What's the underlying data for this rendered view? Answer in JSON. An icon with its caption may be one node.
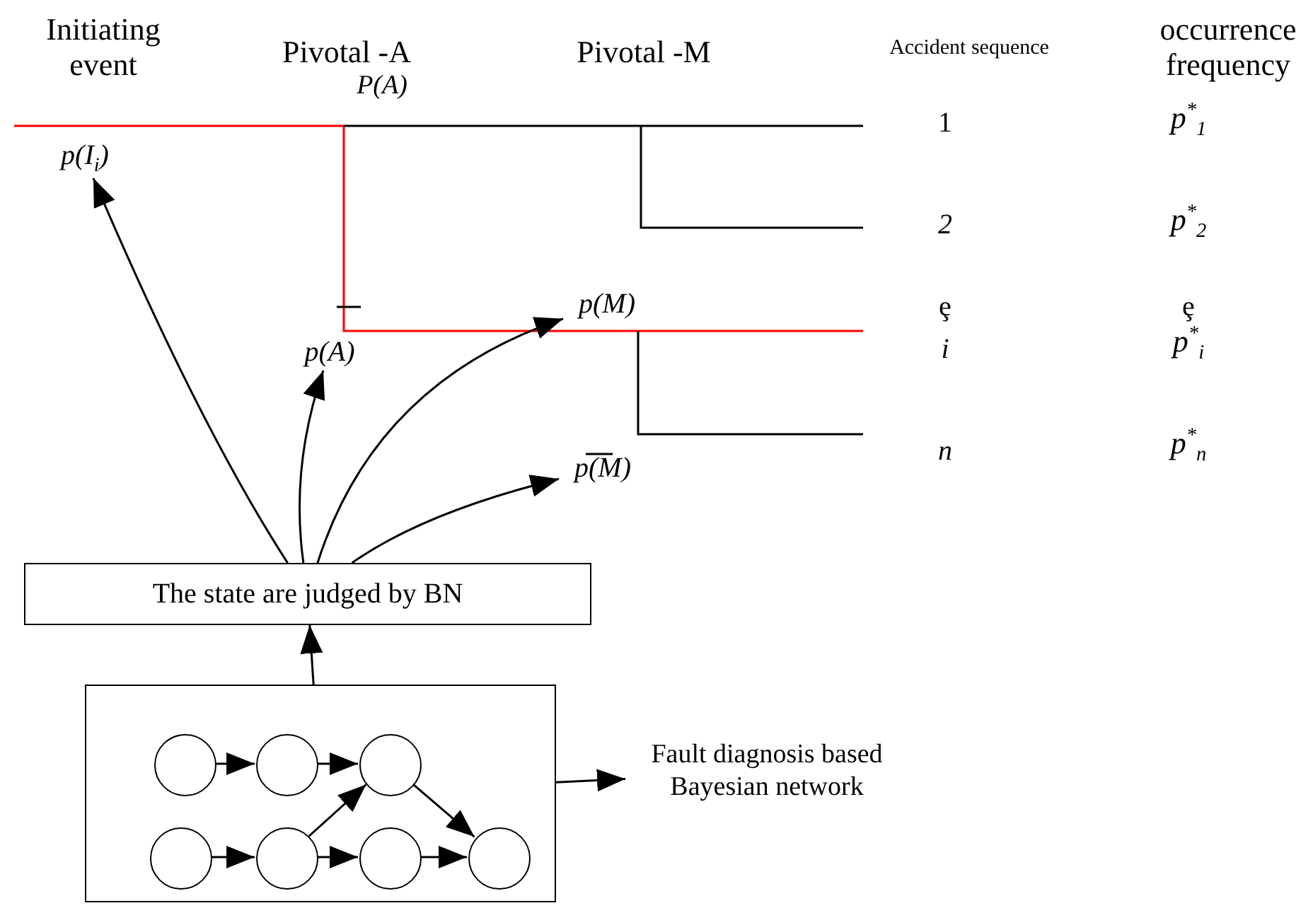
{
  "diagram": {
    "nodes": [
      {
        "text": [
          "The state are judged by BN"
        ]
      },
      {
        "text": [],
        "shape": "box"
      },
      {
        "text": [],
        "shape": "circle",
        "in": 1
      },
      {
        "text": [],
        "shape": "circle",
        "in": 1
      },
      {
        "text": [],
        "shape": "circle",
        "in": 1
      },
      {
        "text": [],
        "shape": "circle",
        "in": 1
      },
      {
        "text": [],
        "shape": "circle",
        "in": 1
      },
      {
        "text": [],
        "shape": "circle",
        "in": 1
      },
      {
        "text": [],
        "shape": "circle",
        "in": 1
      },
      {
        "text": [
          "Fault diagnosis based Bayesian network"
        ]
      },
      {
        "text": [
          "p(I$_{i}$)"
        ]
      },
      {
        "text": [
          "p(A)"
        ]
      },
      {
        "text": [
          "p(M)"
        ]
      },
      {
        "text": [
          "p(M)"
        ]
      }
    ],
    "edges": [
      {
        "from": 0,
        "to": 10,
        "arrow": "to"
      },
      {
        "from": 0,
        "to": 11,
        "arrow": "to"
      },
      {
        "from": 0,
        "to": 12,
        "arrow": "to"
      },
      {
        "from": 0,
        "to": 13,
        "arrow": "to"
      },
      {
        "from": 1,
        "to": 0,
        "arrow": "to"
      },
      {
        "from": 2,
        "to": 3,
        "arrow": "to"
      },
      {
        "from": 3,
        "to": 4,
        "arrow": "to"
      },
      {
        "from": 6,
        "to": 4,
        "arrow": "to"
      },
      {
        "from": 4,
        "to": 8,
        "arrow": "to"
      },
      {
        "from": 5,
        "to": 6,
        "arrow": "to"
      },
      {
        "from": 6,
        "to": 7,
        "arrow": "to"
      },
      {
        "from": 7,
        "to": 8,
        "arrow": "to"
      },
      {
        "from": 1,
        "to": 9,
        "arrow": "to"
      }
    ],
    "labels": [
      "Initiating event",
      "Pivotal -A",
      "Pivotal -M",
      "Accident sequence",
      "occurrence frequency",
      "P(A)",
      "1",
      "2",
      "ȩ",
      "i",
      "n",
      "p$^{*}$$_{1}$",
      "p$^{*}$$_{2}$",
      "ȩ",
      "p$^{*}$$_{i}$",
      "p$^{*}$$_{n}$"
    ]
  }
}
